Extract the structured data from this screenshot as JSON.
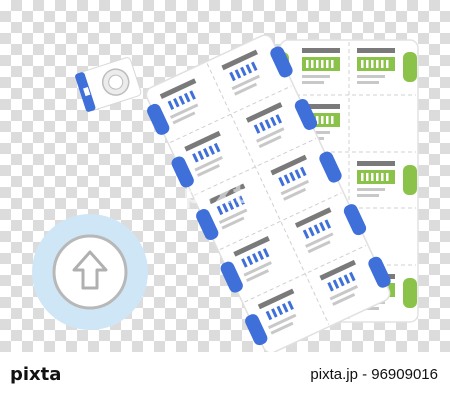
{
  "watermark": "pixta",
  "footer": {
    "logo": "pixta",
    "image_id_text": "pixta.jp - 96909016"
  },
  "colors": {
    "blue": "#3f6fd8",
    "green": "#8bc34a",
    "gray_bar": "#7a7a7a",
    "light_gray": "#d8d8d8",
    "pill_circle": "#cfe6f7"
  },
  "icons": [
    "up-arrow-icon",
    "pill-icon"
  ]
}
